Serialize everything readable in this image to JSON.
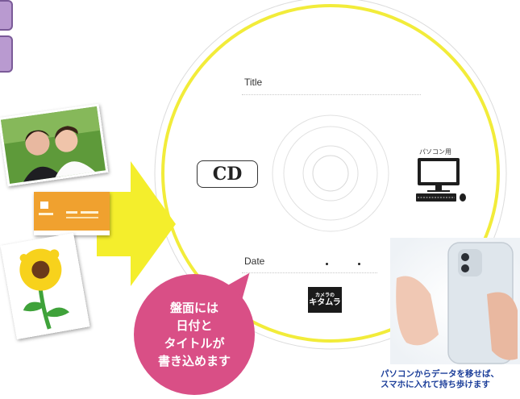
{
  "disc": {
    "title_label": "Title",
    "date_label": "Date",
    "cd_label": "CD",
    "pc_label": "パソコン用",
    "logo_line1": "カメラの",
    "logo_line2": "キタムラ"
  },
  "bubble": {
    "lines": [
      "盤面には",
      "日付と",
      "タイトルが",
      "書き込めます"
    ]
  },
  "caption": {
    "lines": [
      "パソコンからデータを移せば、",
      "スマホに入れて持ち歩けます"
    ]
  },
  "colors": {
    "disc_ring": "#f2ec3a",
    "arrow": "#f4ee2c",
    "bubble": "#d94f86",
    "caption_text": "#1d3f9a",
    "side_tab": "#b99ad0",
    "business_card": "#f0a12f"
  },
  "icons": {
    "computer": "computer-icon",
    "wedding_photo": "photo-icon",
    "sunflower": "drawing-icon",
    "smartphone": "smartphone-icon"
  }
}
